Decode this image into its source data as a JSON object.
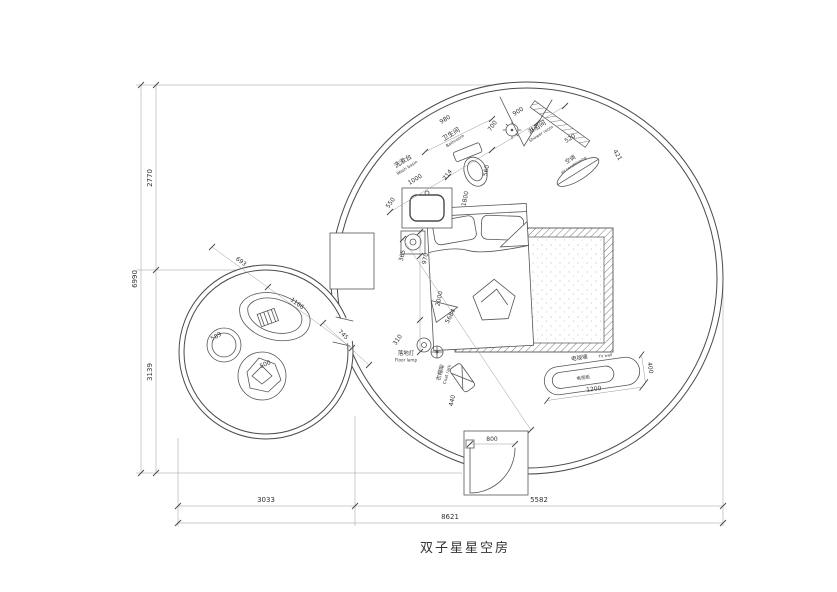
{
  "title": "双子星星空房",
  "labels": {
    "wash_basin_zh": "洗漱台",
    "wash_basin_en": "Wash basin",
    "bathroom_zh": "卫生间",
    "bathroom_en": "Bathroom",
    "shower_zh": "淋浴间",
    "shower_en": "Shower room",
    "ac_zh": "空调",
    "ac_en": "air conditioning",
    "floor_lamp_zh": "落地灯",
    "floor_lamp_en": "Floor lamp",
    "coat_rack_zh": "衣帽架",
    "coat_rack_en": "Coat rack",
    "tv_wall_zh": "电视墙",
    "tv_wall_en": "TV wall",
    "tv_cabinet_zh": "电视柜"
  },
  "dims": {
    "wash_550": "550",
    "wash_1000": "1000",
    "toilet_714": "714",
    "bath_1800": "1800",
    "bath_560": "560",
    "top_980": "980",
    "top_700": "700",
    "top_900": "900",
    "shower_520": "520",
    "ac_421": "421",
    "bed_365": "365",
    "bed_970": "970",
    "bed_2000": "2000",
    "diag_5684": "5684",
    "lamp_310": "310",
    "rack_440": "440",
    "door_800": "800",
    "tv_1200": "1200",
    "tv_400": "400",
    "pool_693": "693",
    "pool_1166": "1166",
    "link_745": "745",
    "table_589": "589",
    "seat_500": "500"
  },
  "chains": {
    "left_upper": "2770",
    "left_lower": "3139",
    "left_total": "6990",
    "bottom_left": "3033",
    "bottom_right": "5582",
    "bottom_total": "8621"
  },
  "colors": {
    "line": "#555555",
    "text": "#333333",
    "background": "#ffffff"
  }
}
